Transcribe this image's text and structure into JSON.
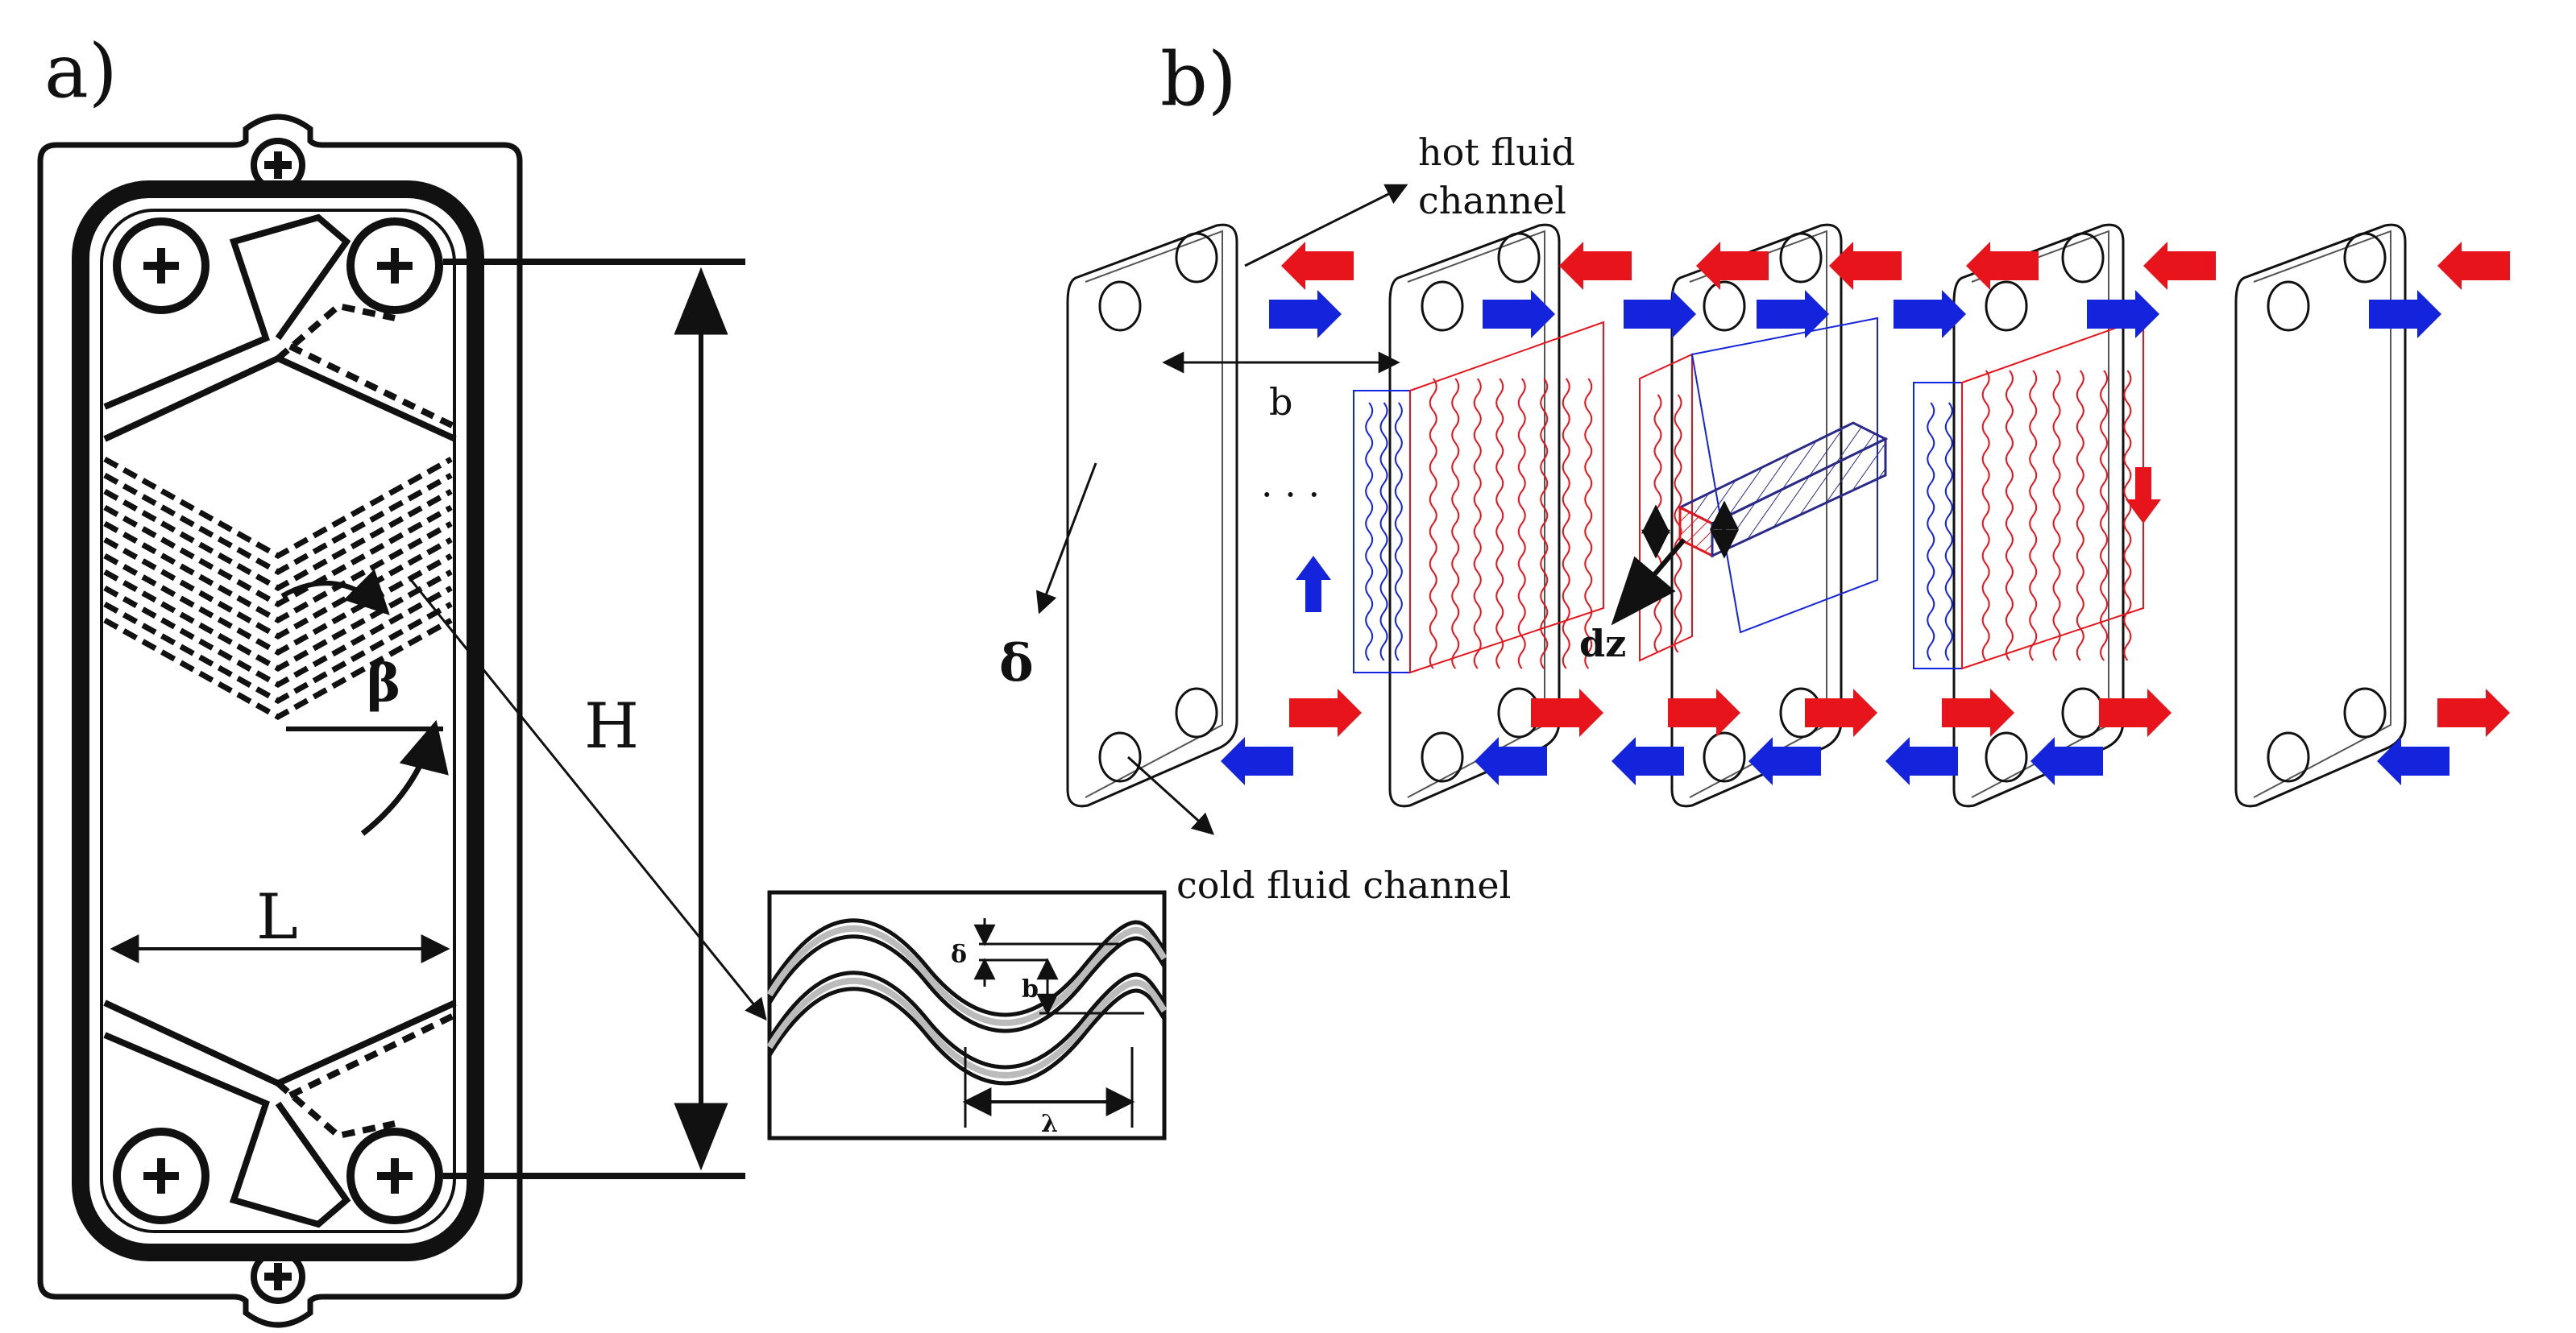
{
  "panels": {
    "a": {
      "label": "a)"
    },
    "b": {
      "label": "b)"
    }
  },
  "plate_a": {
    "dim_height": "H",
    "dim_width": "L",
    "chevron_angle": "β"
  },
  "inset": {
    "thickness": "δ",
    "gap": "b",
    "wavelength": "λ"
  },
  "stack_b": {
    "hot_channel_line1": "hot fluid",
    "hot_channel_line2": "channel",
    "cold_channel": "cold fluid channel",
    "spacing": "b",
    "thickness": "δ",
    "element": "dz",
    "ellipsis": "· · ·"
  },
  "colors": {
    "hot": "#e8141c",
    "cold": "#1424dc",
    "line": "#111111"
  }
}
